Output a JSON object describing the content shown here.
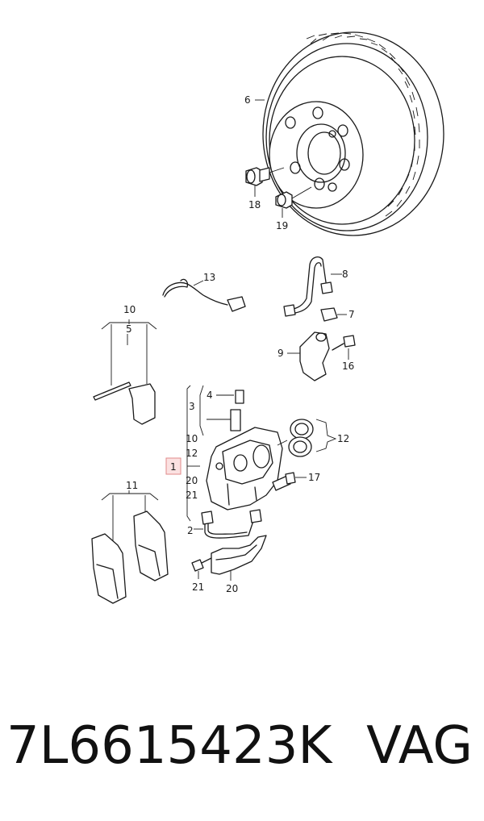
{
  "labels": {
    "disc": "6",
    "bolt18": "18",
    "bolt19": "19",
    "sensor13": "13",
    "hose8": "8",
    "clip7": "7",
    "bracket9": "9",
    "bolt16": "16",
    "kit10": "10",
    "pin5": "5",
    "caliper1": "1",
    "bleed4": "4",
    "group3": "3",
    "sub10": "10",
    "sub12": "12",
    "sub20": "20",
    "sub21": "21",
    "seal12": "12",
    "bolt17": "17",
    "pads11": "11",
    "line2": "2",
    "bolt21": "21",
    "spring20": "20"
  },
  "footer": {
    "part_number": "7L6615423K",
    "brand": "VAG"
  }
}
